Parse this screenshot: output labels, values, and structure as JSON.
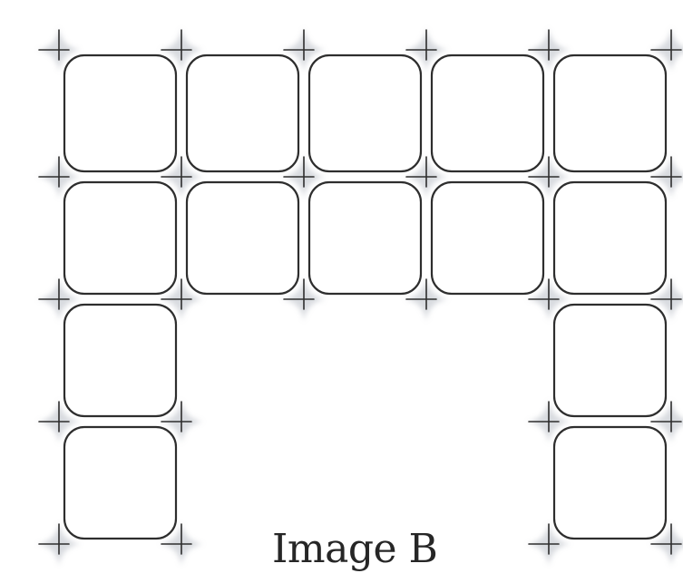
{
  "caption": "Image B",
  "grid": {
    "cells": [
      [
        0,
        0
      ],
      [
        0,
        1
      ],
      [
        0,
        2
      ],
      [
        0,
        3
      ],
      [
        0,
        4
      ],
      [
        1,
        0
      ],
      [
        1,
        1
      ],
      [
        1,
        2
      ],
      [
        1,
        3
      ],
      [
        1,
        4
      ],
      [
        2,
        0
      ],
      [
        2,
        4
      ],
      [
        3,
        0
      ],
      [
        3,
        4
      ]
    ]
  },
  "colors": {
    "line": "#2e2e2e",
    "highlight": "#b9bec6",
    "background": "#ffffff"
  }
}
